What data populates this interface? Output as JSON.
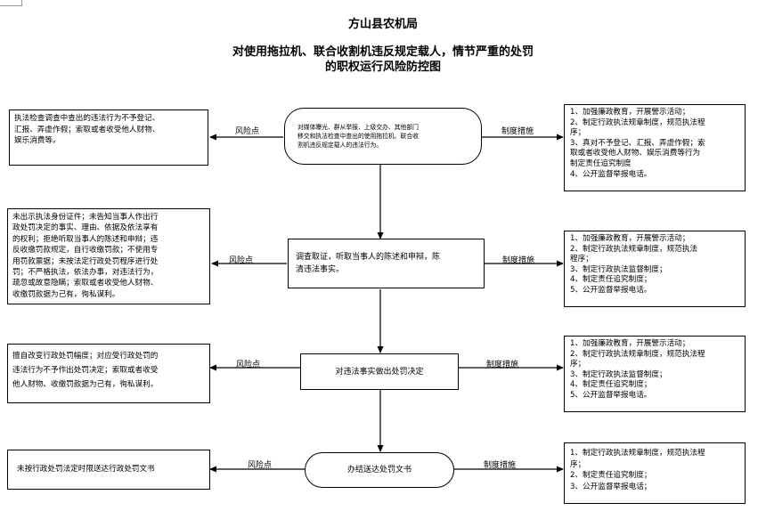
{
  "header": {
    "org": "方山县农机局",
    "title_line1": "对使用拖拉机、联合收割机违反规定载人，情节严重的处罚",
    "title_line2": "的职权运行风险防控图"
  },
  "labels": {
    "risk_point": "风险点",
    "measures": "制度措施"
  },
  "steps": [
    {
      "process": [
        "对媒体曝光、群从举报、上级交办、其他部门",
        "移交和执法检查中查出的使用拖拉机、联合收",
        "割机违反规定载人的违法行为。"
      ],
      "risk": [
        "执法检查调查中查出的违法行为不予登记、",
        "汇报、弄虚作假；索取或者收受他人财物、",
        "娱乐消费等。"
      ],
      "measures": [
        "1、加强廉政教育，开展警示活动；",
        "2、制定行政执法规章制度，规范执法程",
        "序；",
        "3、真对不予登记、汇报、弄虚作假；索",
        "取或者收受他人财物、娱乐消费等行为",
        "制定责任追究制度",
        "4、公开监督举报电话。"
      ]
    },
    {
      "process": [
        "调查取证，听取当事人的陈述和申辩，陈",
        "清违法事实。"
      ],
      "risk": [
        "未出示执法身份证件；未告知当事人作出行",
        "政处罚决定的事实、理由、依据及依法享有",
        "的权利；拒绝听取当事人的陈述和申辩；违",
        "反收缴罚款规定，自行收缴罚款；不使用专",
        "用罚款票据；未按法定行政处罚程序进行处",
        "罚；不严格执法，依法办事，对违法行为，",
        "疏忽或故意隐瞒；索取或者收受他人财物、",
        "收缴罚款据为己有，徇私谋利。"
      ],
      "measures": [
        "1、加强廉政教育，开展警示活动；",
        "2、制定行政执法规章制度，规范执法",
        "程序；",
        "3、制定行政执法监督制度；",
        "4、制定责任追究制度；",
        "5、公开监督举报电话。"
      ]
    },
    {
      "process": [
        "对违法事实做出处罚决定"
      ],
      "risk": [
        "擅自改变行政处罚幅度；对应受行政处罚的",
        "违法行为不予作出处罚决定；索取或者收受",
        "他人财物、收缴罚款据为己有，徇私谋利。"
      ],
      "measures": [
        "1、加强廉政教育，开展警示活动；",
        "2、制定行政执法规章制度，规范执法程",
        "序；",
        "3、制定行政执法监督制度；",
        "4、制定责任追究制度；",
        "5、公开监督举报电话。"
      ]
    },
    {
      "process": [
        "办结送达处罚文书"
      ],
      "risk": [
        "未按行政处罚法定时限送达行政处罚文书"
      ],
      "measures": [
        "1、制定行政执法规章制度，规范执法程",
        "序；",
        "2、制定责任追究制度；",
        "3、公开监督举报电话；"
      ]
    }
  ]
}
